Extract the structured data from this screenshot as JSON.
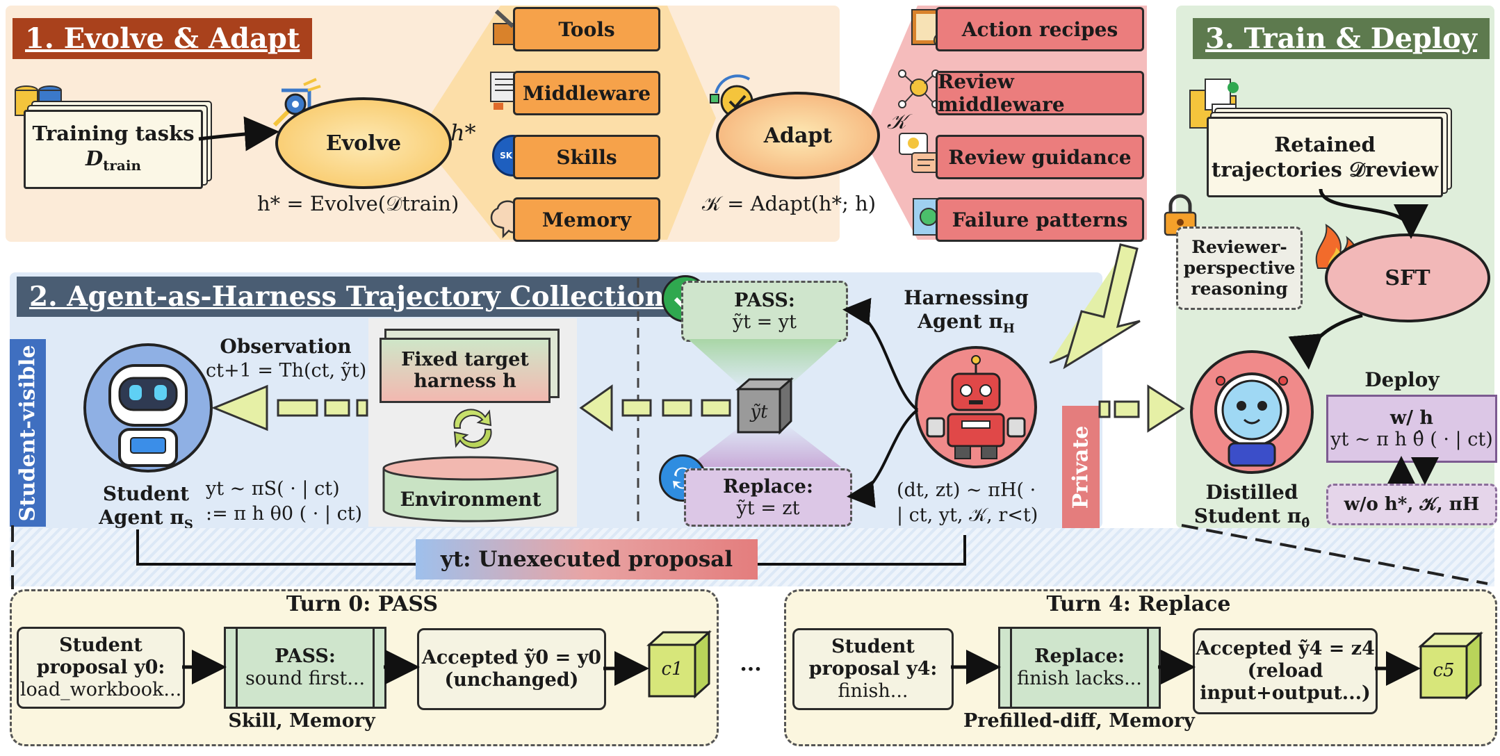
{
  "panel1": {
    "title": "1. Evolve & Adapt",
    "training_card": {
      "line1": "Training tasks",
      "line2": "D",
      "line2_sub": "train"
    },
    "evolve": "Evolve",
    "evolve_formula": "h* = Evolve(𝒟train)",
    "h_star": "h*",
    "tools": [
      "Tools",
      "Middleware",
      "Skills",
      "Memory"
    ],
    "skill_badge": "SKILL",
    "adapt": "Adapt",
    "adapt_formula": "𝒦 = Adapt(h*; h)",
    "k_symbol": "𝒦",
    "knowledge": [
      "Action recipes",
      "Review middleware",
      "Review guidance",
      "Failure patterns"
    ]
  },
  "panel2": {
    "title": "2. Agent-as-Harness Trajectory Collection",
    "student_visible": "Student-visible",
    "private": "Private",
    "student_agent": "Student",
    "student_agent2": "Agent π",
    "student_agent2_sub": "S",
    "observation": "Observation",
    "observation_formula": "ct+1 = Th(ct, ỹt)",
    "student_policy1": "yt ∼ πS( · | ct)",
    "student_policy2": ":= π h θ0 ( · | ct)",
    "fixed_target1": "Fixed target",
    "fixed_target2": "harness h",
    "environment": "Environment",
    "pass_label": "PASS:",
    "pass_formula": "ỹt = yt",
    "replace_label": "Replace:",
    "replace_formula": "ỹt = zt",
    "cube_label": "ỹt",
    "harnessing1": "Harnessing",
    "harnessing2": "Agent π",
    "harnessing2_sub": "H",
    "harness_policy1": "(dt, zt) ∼ πH( ·",
    "harness_policy2": "| ct, yt, 𝒦, r<t)",
    "unexecuted": "yt: Unexecuted proposal"
  },
  "panel3": {
    "title": "3. Train & Deploy",
    "retained1": "Retained",
    "retained2": "trajectories 𝒟review",
    "reviewer1": "Reviewer-",
    "reviewer2": "perspective",
    "reviewer3": "reasoning",
    "sft": "SFT",
    "deploy": "Deploy",
    "with_h": "w/ h",
    "with_h_formula": "yt ∼ π h θ̂ ( · | ct)",
    "without": "w/o h*, 𝒦, πH",
    "distilled1": "Distilled",
    "distilled2": "Student π",
    "distilled2_sub": "θ̂"
  },
  "turns": {
    "turn0": {
      "title": "Turn 0: PASS",
      "proposal1": "Student",
      "proposal2": "proposal y0:",
      "proposal3": "load_workbook...",
      "decision1": "PASS:",
      "decision2": "sound first...",
      "accepted1": "Accepted ỹ0 = y0",
      "accepted2": "(unchanged)",
      "context": "c1",
      "footer": "Skill, Memory"
    },
    "ellipsis": "...",
    "turn4": {
      "title": "Turn 4: Replace",
      "proposal1": "Student",
      "proposal2": "proposal y4:",
      "proposal3": "finish...",
      "decision1": "Replace:",
      "decision2": "finish lacks...",
      "accepted1": "Accepted ỹ4 = z4",
      "accepted2": "(reload",
      "accepted3": "input+output...)",
      "context": "c5",
      "footer": "Prefilled-diff, Memory"
    }
  },
  "colors": {
    "panel1_bg": "#fcebd8",
    "panel2_bg": "#dfeaf7",
    "panel3_bg": "#dfeedb",
    "title1": "#a9411c",
    "title2": "#4a5d73",
    "title3": "#5d7a4e",
    "orange": "#f6a24a",
    "red": "#eb7d7d"
  }
}
